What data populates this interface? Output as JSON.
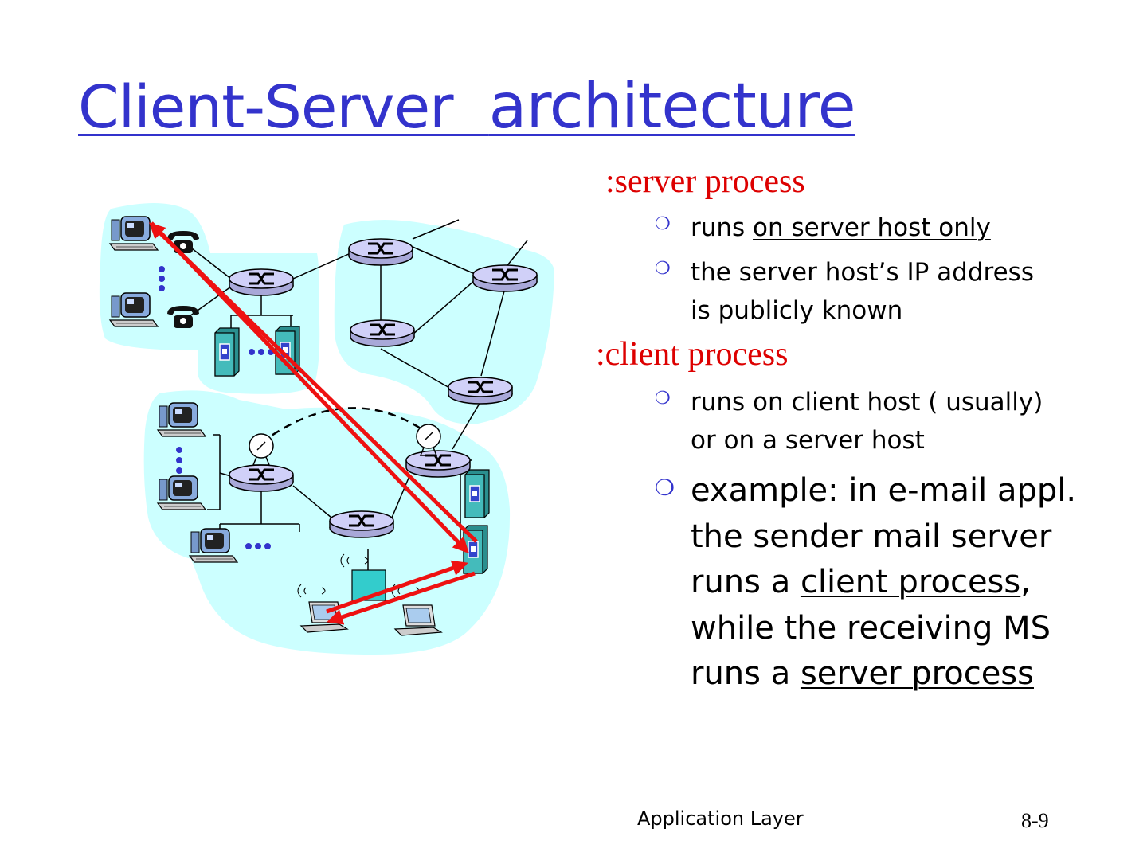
{
  "slide": {
    "title_part1": "Client-Server  ",
    "title_part2": "architecture",
    "server_heading": ":server process",
    "server_bullet1_pre": "runs ",
    "server_bullet1_u": "on server host only",
    "server_bullet2_line1": "the server host’s  IP address",
    "server_bullet2_line2": "is publicly known",
    "client_heading": ":client process",
    "client_bullet1_line1": "runs on client host ( usually)",
    "client_bullet1_line2": "or on a server host",
    "example_line1": "example: in e-mail appl.",
    "example_line2": "the sender mail server",
    "example_line3_pre": "runs a ",
    "example_line3_u": "client process",
    "example_line3_post": ",",
    "example_line4": "while the receiving MS",
    "example_line5_pre": "runs a ",
    "example_line5_u": "server process",
    "footer_left": "Application Layer",
    "footer_right": "8-9"
  },
  "bullet_glyph": "❍",
  "colors": {
    "title": "#3333cc",
    "heading": "#dd0000",
    "cloud": "#ccffff",
    "router": "#c8c8f0",
    "arrow": "#ee1111",
    "server_box": "#33aaaa"
  }
}
